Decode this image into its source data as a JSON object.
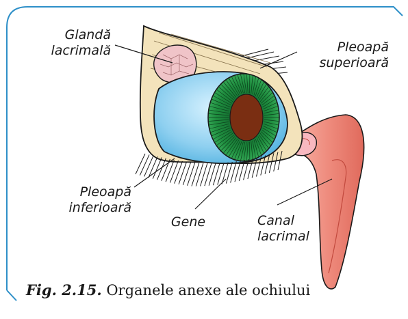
{
  "labels": {
    "gland": [
      "Glandă",
      "lacrimală"
    ],
    "upper_lid": [
      "Pleoapă",
      "superioară"
    ],
    "lower_lid": [
      "Pleoapă",
      "inferioară"
    ],
    "lashes": "Gene",
    "duct": [
      "Canal",
      "lacrimal"
    ]
  },
  "caption": {
    "number": "Fig. 2.15.",
    "text": "Organele anexe ale ochiului"
  },
  "colors": {
    "frame": "#2d8fc8",
    "eyelid": "#f3e3bb",
    "sclera": "#8fd0f0",
    "iris": "#1e8c3e",
    "pupil": "#7a2e12",
    "gland": "#f0c4c8",
    "duct": "#ee8a7c"
  }
}
